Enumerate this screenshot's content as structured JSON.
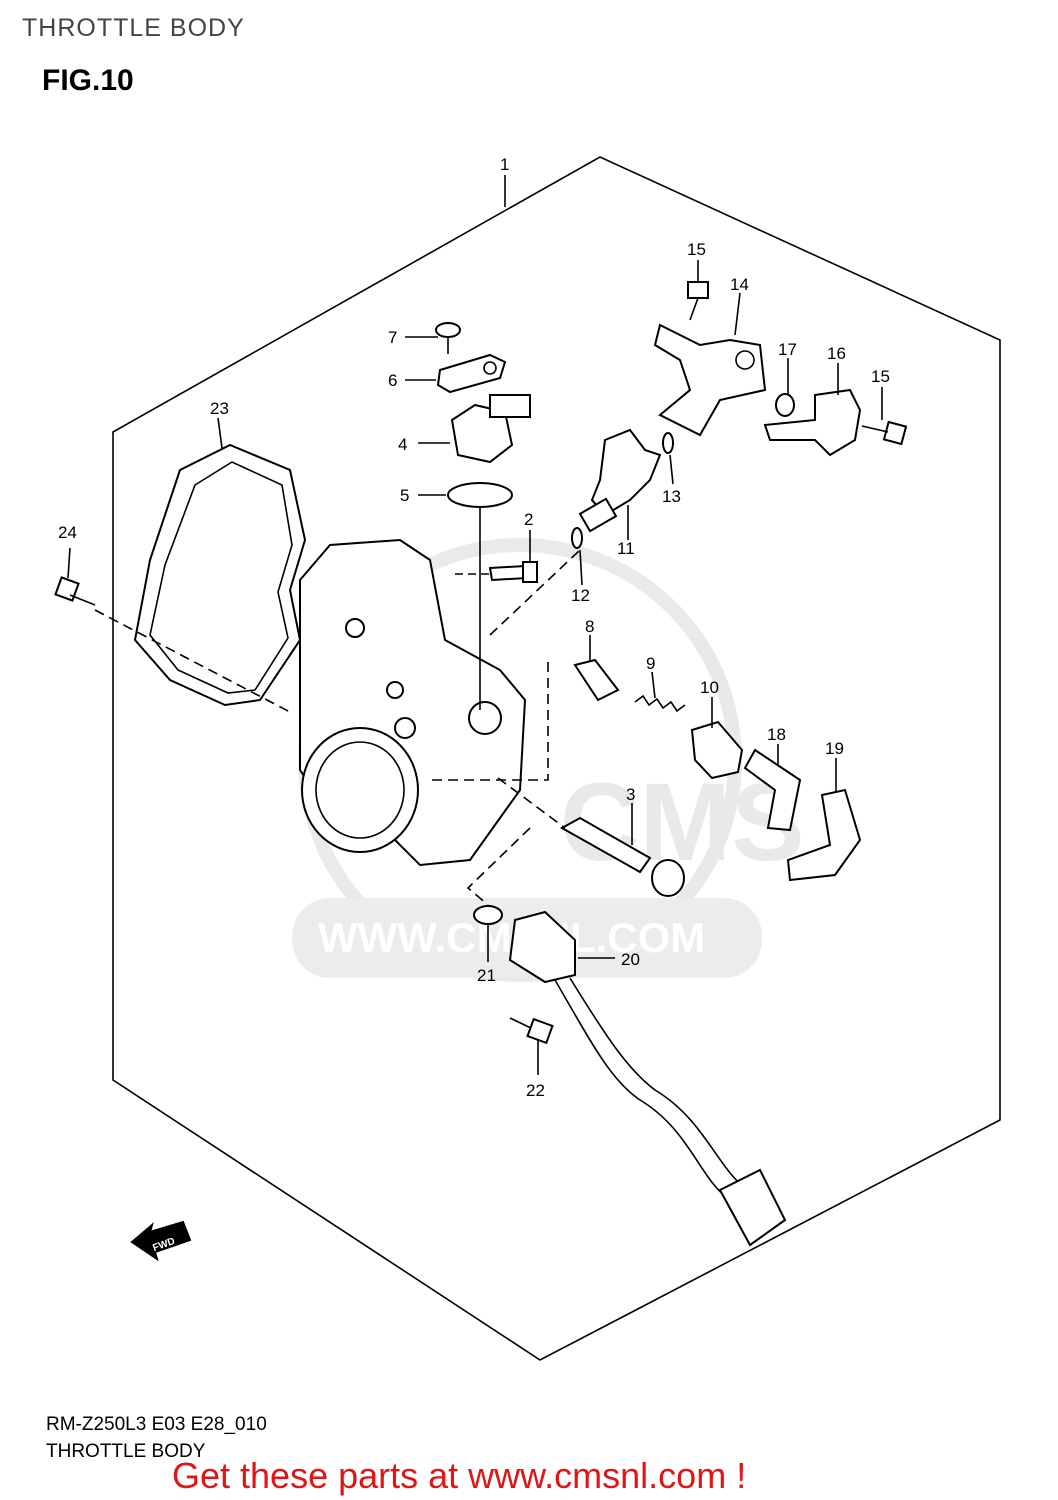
{
  "header": {
    "title": "THROTTLE BODY",
    "figure": "FIG.10"
  },
  "footer": {
    "code": "RM-Z250L3 E03 E28_010",
    "subtitle": "THROTTLE BODY",
    "promo": "Get these parts at www.cmsnl.com !"
  },
  "watermark": {
    "text": "WWW.CMSNL.COM",
    "logo": "CMS"
  },
  "fwd_label": "FWD",
  "callouts": {
    "p1": "1",
    "p2": "2",
    "p3": "3",
    "p4": "4",
    "p5": "5",
    "p6": "6",
    "p7": "7",
    "p8": "8",
    "p9": "9",
    "p10": "10",
    "p11": "11",
    "p12": "12",
    "p13": "13",
    "p14": "14",
    "p15a": "15",
    "p15b": "15",
    "p16": "16",
    "p17": "17",
    "p18": "18",
    "p19": "19",
    "p20": "20",
    "p21": "21",
    "p22": "22",
    "p23": "23",
    "p24": "24"
  }
}
